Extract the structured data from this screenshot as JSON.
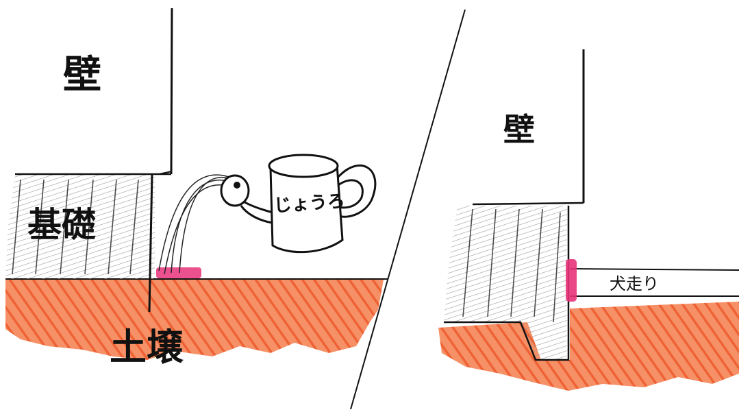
{
  "left_panel": {
    "wall_label": "壁",
    "foundation_label": "基礎",
    "soil_label": "土壌",
    "watering_can_label": "じょうろ"
  },
  "right_panel": {
    "wall_label": "壁",
    "inuhashiri_label": "犬走り"
  },
  "colors": {
    "soil": "#f26a3a",
    "highlight": "#e8337a",
    "ink": "#111111",
    "hatch": "#888888"
  }
}
